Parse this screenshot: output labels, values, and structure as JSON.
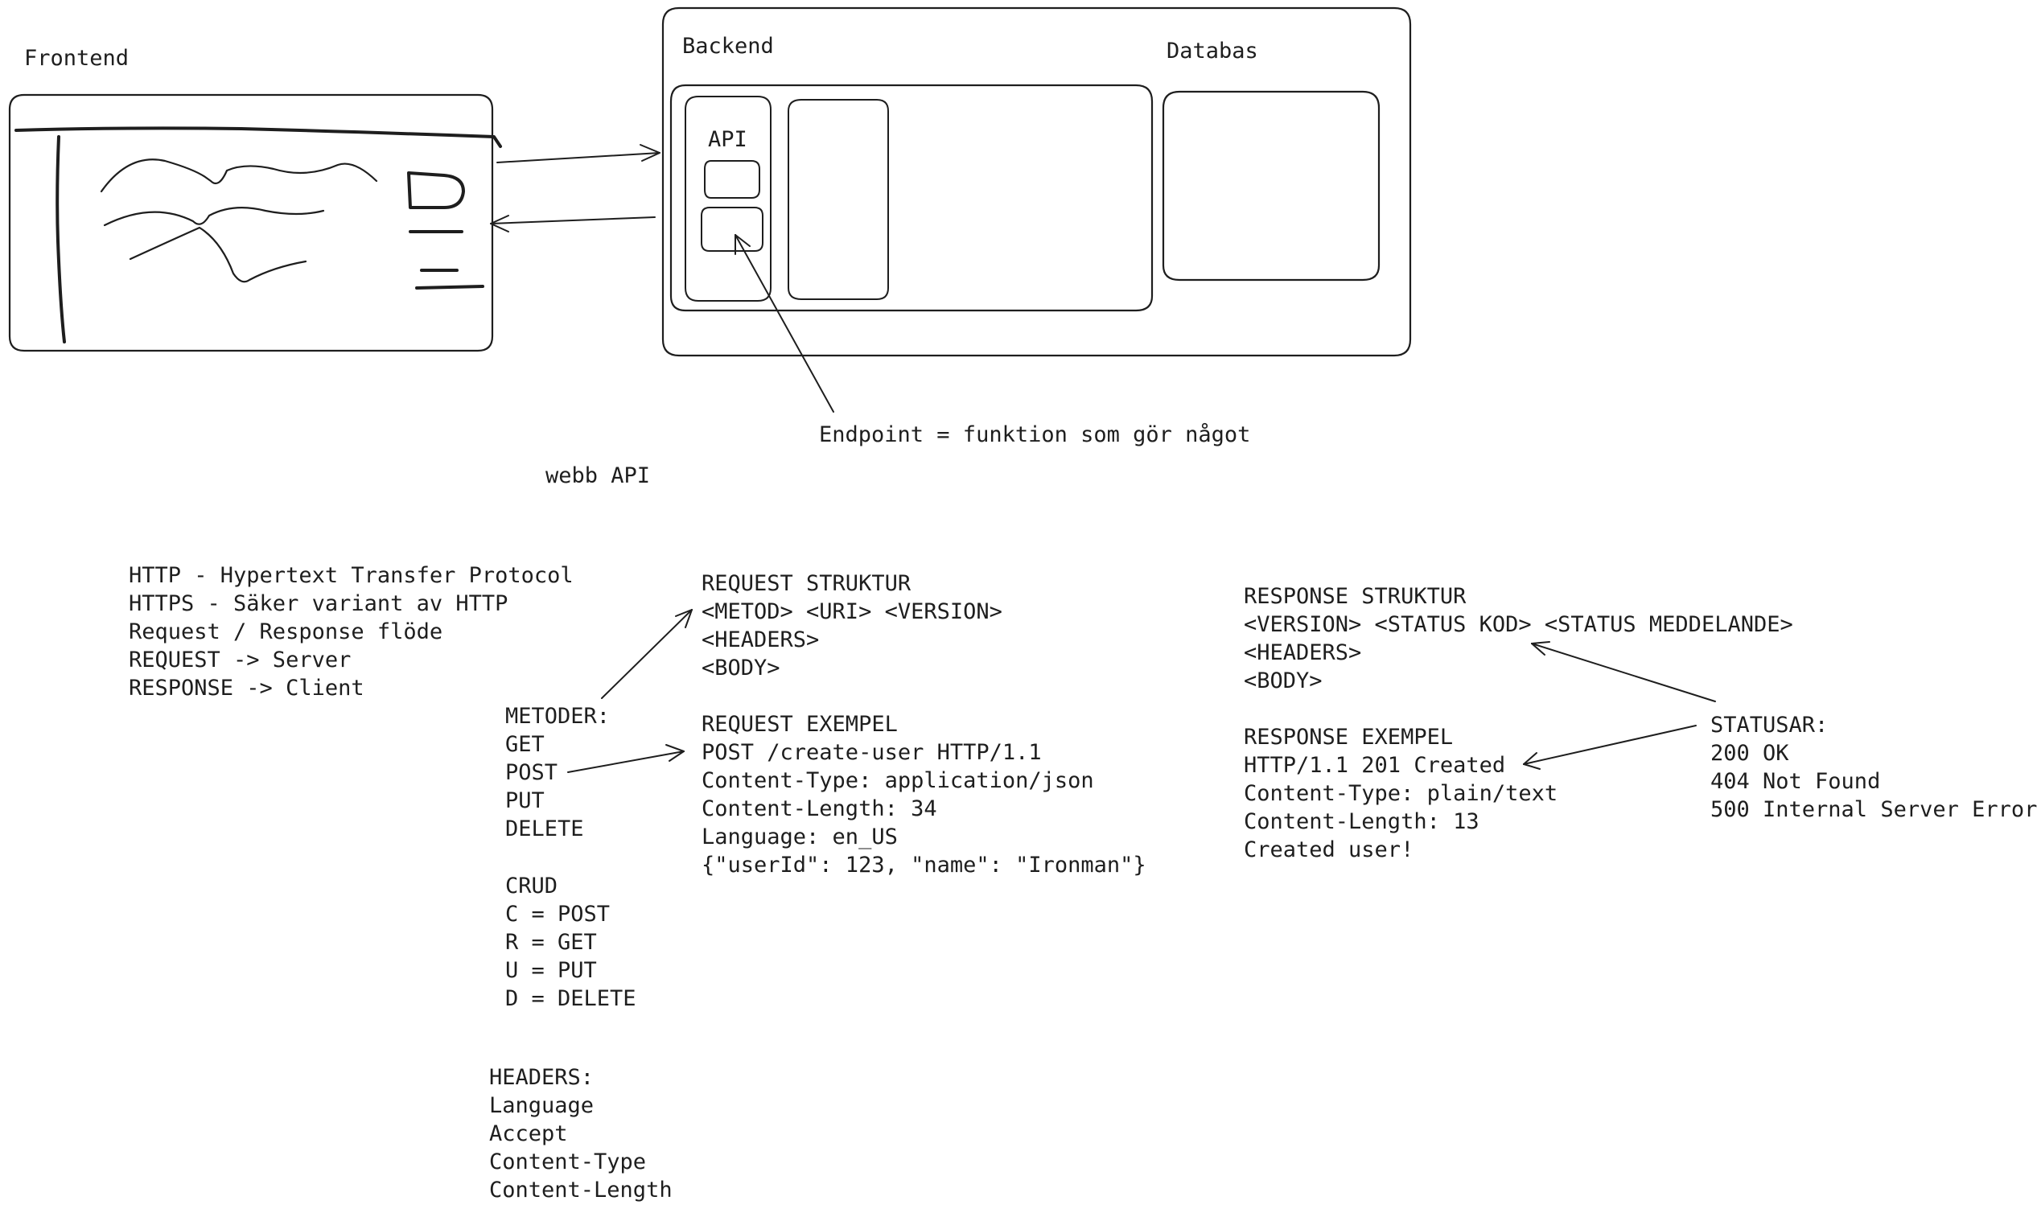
{
  "labels": {
    "frontend": "Frontend",
    "backend": "Backend",
    "databas": "Databas",
    "api": "API",
    "endpoint": "Endpoint = funktion som gör något",
    "webb_api": "webb API"
  },
  "http_notes": [
    "HTTP - Hypertext Transfer Protocol",
    "HTTPS - Säker variant av HTTP",
    "",
    "Request / Response flöde",
    "REQUEST -> Server",
    "RESPONSE -> Client"
  ],
  "metoder": [
    "METODER:",
    "GET",
    "POST",
    "PUT",
    "DELETE"
  ],
  "crud": [
    "CRUD",
    "C = POST",
    "R = GET",
    "U = PUT",
    "D = DELETE"
  ],
  "headers": [
    "HEADERS:",
    "Language",
    "Accept",
    "Content-Type",
    "Content-Length"
  ],
  "request_struktur": [
    "REQUEST STRUKTUR",
    "<METOD> <URI> <VERSION>",
    "<HEADERS>",
    "<BODY>"
  ],
  "request_exempel": [
    "REQUEST EXEMPEL",
    "POST /create-user HTTP/1.1",
    "Content-Type: application/json",
    "Content-Length: 34",
    "Language: en_US",
    "{\"userId\": 123, \"name\": \"Ironman\"}"
  ],
  "response_struktur": [
    "RESPONSE STRUKTUR",
    "<VERSION> <STATUS KOD> <STATUS MEDDELANDE>",
    "<HEADERS>",
    "<BODY>"
  ],
  "response_exempel": [
    "RESPONSE EXEMPEL",
    "HTTP/1.1 201 Created",
    "Content-Type: plain/text",
    "Content-Length: 13",
    "Created user!"
  ],
  "statusar": [
    "STATUSAR:",
    "200 OK",
    "404 Not Found",
    "500 Internal Server Error"
  ],
  "colors": {
    "stroke": "#1e1e1e",
    "background": "#ffffff"
  }
}
